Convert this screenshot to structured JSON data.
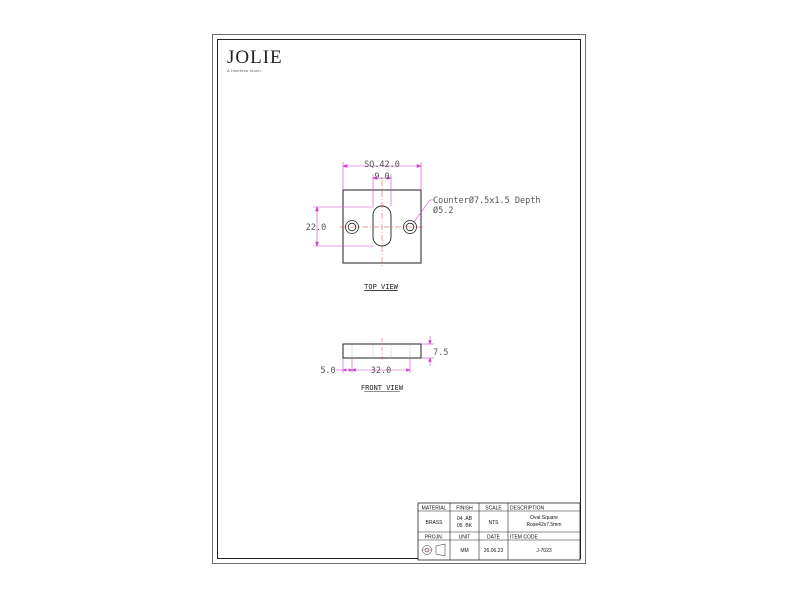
{
  "logo": {
    "name": "JOLIE",
    "tagline": "A timeless touch."
  },
  "top_view": {
    "title": "TOP VIEW",
    "dim_width": "SQ.42.0",
    "dim_slot": "9.0",
    "dim_height": "22.0",
    "note_counter": "CounterØ7.5x1.5 Depth",
    "note_hole": "Ø5.2"
  },
  "front_view": {
    "title": "FRONT VIEW",
    "dim_thickness": "7.5",
    "dim_span": "32.0",
    "dim_edge": "5.0"
  },
  "title_block": {
    "material_label": "MATERIAL",
    "material_value": "BRASS",
    "finish_label": "FINISH",
    "finish_value_1": "04 .AB",
    "finish_value_2": "05 .BK",
    "scale_label": "SCALE",
    "scale_value": "NTS",
    "description_label": "DESCRIPTION",
    "description_value_1": "Oval Square",
    "description_value_2": "Rose42x7.5mm",
    "projn_label": "PROJN.",
    "unit_label": "UNIT",
    "unit_value": "MM",
    "date_label": "DATE",
    "date_value": "26.06.23",
    "item_code_label": "ITEM CODE",
    "item_code_value": "J-7023"
  },
  "colors": {
    "dimension": "#d040d0",
    "centerline": "#e04040",
    "outline": "#222222"
  }
}
